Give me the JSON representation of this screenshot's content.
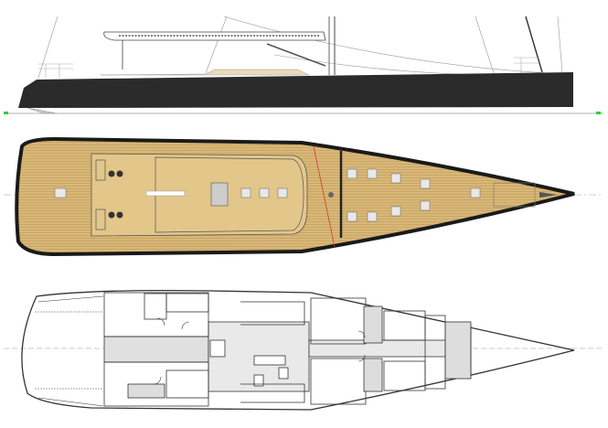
{
  "drawing": {
    "views": [
      "profile",
      "deck-plan",
      "interior-layout"
    ],
    "colors": {
      "hull": "#2b2b2b",
      "teak_deck": "#d9b778",
      "deck_seams": "#b8944f",
      "interior_fill": "#e6e6e6",
      "line": "#333333",
      "centerline_marker": "#d23a2a",
      "baseline_marker": "#33cc33"
    }
  }
}
